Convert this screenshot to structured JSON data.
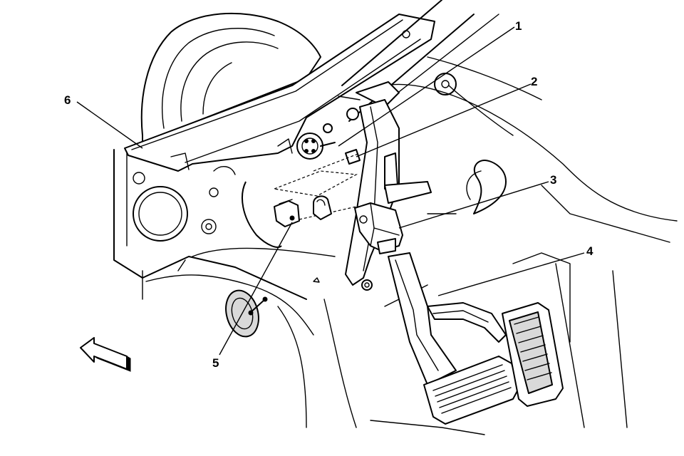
{
  "callouts": [
    {
      "id": "1",
      "text": "1"
    },
    {
      "id": "2",
      "text": "2"
    },
    {
      "id": "3",
      "text": "3"
    },
    {
      "id": "4",
      "text": "4"
    },
    {
      "id": "5",
      "text": "5"
    },
    {
      "id": "6",
      "text": "6"
    }
  ],
  "icons": {
    "direction_arrow": "front-direction-arrow-icon"
  },
  "colors": {
    "line": "#000000",
    "background": "#ffffff"
  }
}
